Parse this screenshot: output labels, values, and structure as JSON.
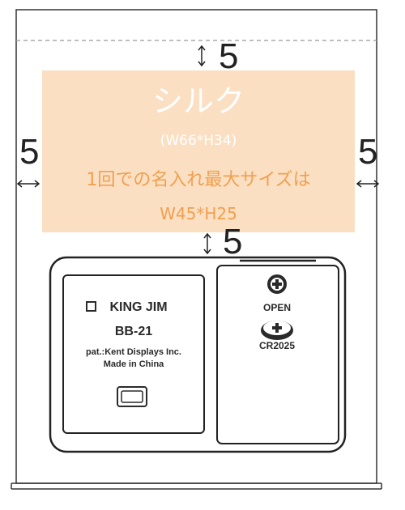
{
  "print_area": {
    "title": "シルク",
    "size_note": "(W66*H34)",
    "max_label": "1回での名入れ最大サイズは",
    "max_size": "W45*H25",
    "fill_color": "#fbdfc2",
    "text_color": "#f0a050"
  },
  "dimensions": {
    "top": "5",
    "left": "5",
    "right": "5",
    "bottom": "5"
  },
  "device_label": {
    "brand": "KING JIM",
    "model": "BB-21",
    "patent": "pat.:Kent Displays Inc.",
    "origin": "Made in China"
  },
  "battery_cover": {
    "open_label": "OPEN",
    "battery_type": "CR2025"
  }
}
